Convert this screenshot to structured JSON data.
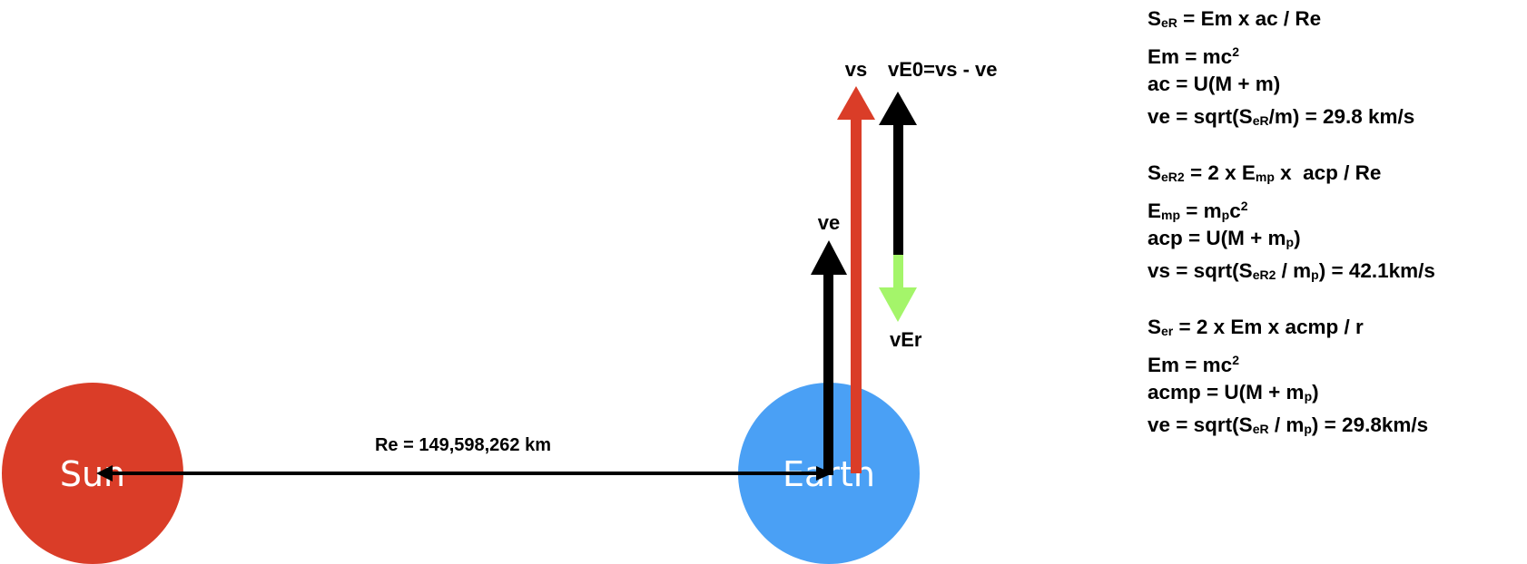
{
  "colors": {
    "sun": "#da3d28",
    "earth": "#4aa0f5",
    "vs_arrow": "#da3d28",
    "ver_arrow": "#a4f56a",
    "black": "#000000"
  },
  "bodies": {
    "sun": "Sun",
    "earth": "Earth"
  },
  "labels": {
    "distance": "Re = 149,598,262 km",
    "ve": "ve",
    "vs": "vs",
    "ve0": "vE0=vs - ve",
    "ver": "vEr"
  },
  "formulas": [
    [
      [
        [
          "S",
          ""
        ],
        [
          "eR",
          "sub"
        ],
        [
          " = Em x ac / Re",
          ""
        ]
      ],
      [
        [
          "Em = mc",
          ""
        ],
        [
          "2",
          "sup"
        ]
      ],
      [
        [
          "ac = U(M + m)",
          ""
        ]
      ],
      [
        [
          "ve = sqrt(S",
          ""
        ],
        [
          "eR",
          "sub"
        ],
        [
          "/m) = 29.8 km/s",
          ""
        ]
      ]
    ],
    [
      [
        [
          "S",
          ""
        ],
        [
          "eR2",
          "sub"
        ],
        [
          " = 2 x E",
          ""
        ],
        [
          "mp",
          "sub"
        ],
        [
          " x  acp / Re",
          ""
        ]
      ],
      [
        [
          "E",
          ""
        ],
        [
          "mp",
          "sub"
        ],
        [
          " = m",
          ""
        ],
        [
          "p",
          "sub"
        ],
        [
          "c",
          ""
        ],
        [
          "2",
          "sup"
        ]
      ],
      [
        [
          "acp = U(M + m",
          ""
        ],
        [
          "p",
          "sub"
        ],
        [
          ")",
          ""
        ]
      ],
      [
        [
          "vs = sqrt(S",
          ""
        ],
        [
          "eR2",
          "sub"
        ],
        [
          " / m",
          ""
        ],
        [
          "p",
          "sub"
        ],
        [
          ") = 42.1km/s",
          ""
        ]
      ]
    ],
    [
      [
        [
          "S",
          ""
        ],
        [
          "er",
          "sub"
        ],
        [
          " = 2 x Em x acmp / r",
          ""
        ]
      ],
      [
        [
          "Em = mc",
          ""
        ],
        [
          "2",
          "sup"
        ]
      ],
      [
        [
          "acmp = U(M + m",
          ""
        ],
        [
          "p",
          "sub"
        ],
        [
          ")",
          ""
        ]
      ],
      [
        [
          "ve = sqrt(S",
          ""
        ],
        [
          "eR",
          "sub"
        ],
        [
          " / m",
          ""
        ],
        [
          "p",
          "sub"
        ],
        [
          ") = 29.8km/s",
          ""
        ]
      ]
    ]
  ]
}
